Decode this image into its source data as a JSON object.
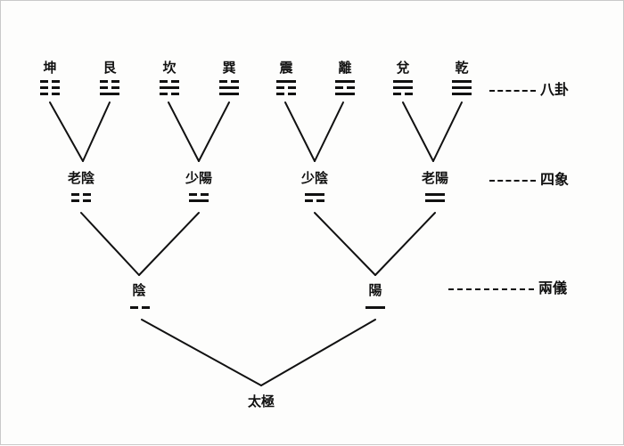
{
  "trigrams": [
    {
      "label": "坤",
      "lines": [
        "yin",
        "yin",
        "yin"
      ]
    },
    {
      "label": "艮",
      "lines": [
        "yang",
        "yin",
        "yin"
      ]
    },
    {
      "label": "坎",
      "lines": [
        "yin",
        "yang",
        "yin"
      ]
    },
    {
      "label": "巽",
      "lines": [
        "yang",
        "yang",
        "yin"
      ]
    },
    {
      "label": "震",
      "lines": [
        "yin",
        "yin",
        "yang"
      ]
    },
    {
      "label": "離",
      "lines": [
        "yang",
        "yin",
        "yang"
      ]
    },
    {
      "label": "兌",
      "lines": [
        "yin",
        "yang",
        "yang"
      ]
    },
    {
      "label": "乾",
      "lines": [
        "yang",
        "yang",
        "yang"
      ]
    }
  ],
  "four_images": [
    {
      "label": "老陰",
      "lines": [
        "yin",
        "yin"
      ]
    },
    {
      "label": "少陽",
      "lines": [
        "yang",
        "yin"
      ]
    },
    {
      "label": "少陰",
      "lines": [
        "yin",
        "yang"
      ]
    },
    {
      "label": "老陽",
      "lines": [
        "yang",
        "yang"
      ]
    }
  ],
  "two_modes": [
    {
      "label": "陰",
      "lines": [
        "yin"
      ]
    },
    {
      "label": "陽",
      "lines": [
        "yang"
      ]
    }
  ],
  "supreme": {
    "label": "太極"
  },
  "tiers": {
    "trigrams": "八卦",
    "four_images": "四象",
    "two_modes": "兩儀"
  }
}
